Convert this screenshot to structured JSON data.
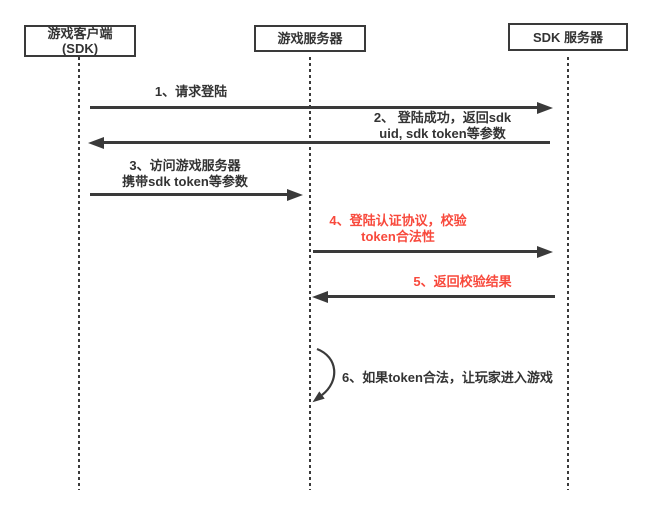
{
  "colors": {
    "ink": "#3a3a3a",
    "text": "#333333",
    "red": "#f8493c",
    "background": "#ffffff"
  },
  "actors": [
    {
      "id": "game-client",
      "line1": "游戏客户端",
      "line2": "(SDK)"
    },
    {
      "id": "game-server",
      "label": "游戏服务器"
    },
    {
      "id": "sdk-server",
      "label": "SDK 服务器"
    }
  ],
  "messages": [
    {
      "seq": "1",
      "label": "1、请求登陆",
      "from": "game-client",
      "to": "sdk-server",
      "direction": "right",
      "color": "ink"
    },
    {
      "seq": "2",
      "line1": "2、 登陆成功，返回sdk",
      "line2": "uid, sdk token等参数",
      "from": "sdk-server",
      "to": "game-client",
      "direction": "left",
      "color": "ink"
    },
    {
      "seq": "3",
      "line1": "3、访问游戏服务器",
      "line2": "携带sdk token等参数",
      "from": "game-client",
      "to": "game-server",
      "direction": "right",
      "color": "ink"
    },
    {
      "seq": "4",
      "line1": "4、登陆认证协议，校验",
      "line2": "token合法性",
      "from": "game-server",
      "to": "sdk-server",
      "direction": "right",
      "color": "red"
    },
    {
      "seq": "5",
      "label": "5、返回校验结果",
      "from": "sdk-server",
      "to": "game-server",
      "direction": "left",
      "color": "red"
    },
    {
      "seq": "6",
      "label": "6、如果token合法，让玩家进入游戏",
      "from": "game-server",
      "to": "game-server",
      "direction": "self",
      "color": "ink"
    }
  ]
}
